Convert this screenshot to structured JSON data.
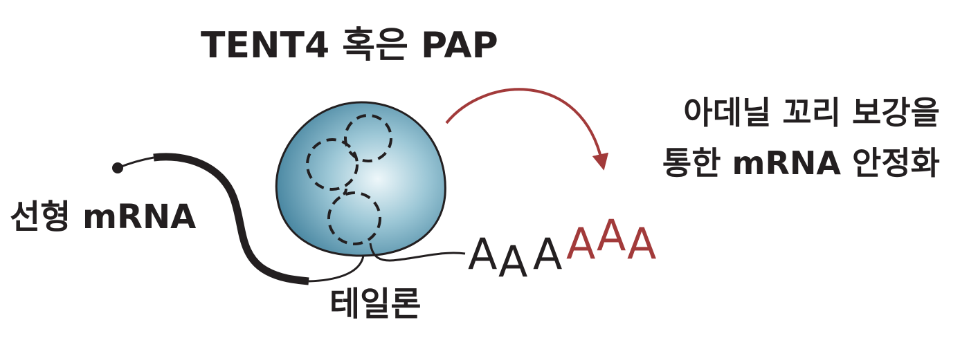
{
  "labels": {
    "enzyme": "TENT4 혹은 PAP",
    "result_line1": "아데닐 꼬리 보강을",
    "result_line2": "통한 mRNA 안정화",
    "linear_mrna": "선형 mRNA",
    "tail": "테일론"
  },
  "polya": {
    "black": [
      "A",
      "A",
      "A"
    ],
    "red": [
      "A",
      "A",
      "A"
    ]
  },
  "colors": {
    "text": "#231f20",
    "arrow": "#a23a3a",
    "added_adenosine": "#a23a3a",
    "sphere_center": "#e8f4f8",
    "sphere_edge": "#3b7d9a"
  }
}
